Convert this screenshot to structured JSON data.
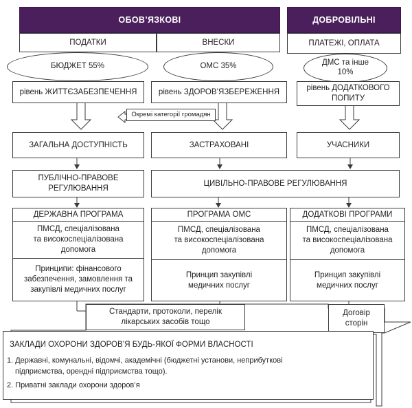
{
  "top": {
    "mandatory": "ОБОВ’ЯЗКОВІ",
    "voluntary": "ДОБРОВІЛЬНІ"
  },
  "sources": {
    "taxes": "ПОДАТКИ",
    "contributions": "ВНЕСКИ",
    "payments": "ПЛАТЕЖІ, ОПЛАТА"
  },
  "shares": {
    "budget": "БЮДЖЕТ 55%",
    "oms": "ОМС 35%",
    "dms_line1": "ДМС та інше",
    "dms_line2": "10%"
  },
  "levels": {
    "life": "рівень ЖИТТЄЗАБЕЗПЕЧЕННЯ",
    "health": "рівень ЗДОРОВ’ЯЗБЕРЕЖЕННЯ",
    "extra_line1": "рівень ДОДАТКОВОГО",
    "extra_line2": "ПОПИТУ"
  },
  "note_categories": "Окремі категорії громадян",
  "access": {
    "general": "ЗАГАЛЬНА ДОСТУПНІСТЬ",
    "insured": "ЗАСТРАХОВАНІ",
    "participants": "УЧАСНИКИ"
  },
  "regulation": {
    "public_line1": "ПУБЛІЧНО-ПРАВОВЕ",
    "public_line2": "РЕГУЛЮВАННЯ",
    "civil": "ЦИВІЛЬНО-ПРАВОВЕ РЕГУЛЮВАННЯ"
  },
  "programs": {
    "state": {
      "title": "ДЕРЖАВНА ПРОГРАМА",
      "care_line1": "ПМСД, спеціалізована",
      "care_line2": "та високоспеціалізована",
      "care_line3": "допомога",
      "principle_line1": "Принципи: фінансового",
      "principle_line2": "забезпечення, замовлення та",
      "principle_line3": "закупівлі медичних послуг"
    },
    "oms": {
      "title": "ПРОГРАМА ОМС",
      "care_line1": "ПМСД, спеціалізована",
      "care_line2": "та високоспеціалізована",
      "care_line3": "допомога",
      "principle_line1": "Принцип закупівлі",
      "principle_line2": "медичних послуг"
    },
    "additional": {
      "title": "ДОДАТКОВІ ПРОГРАМИ",
      "care_line1": "ПМСД, спеціалізована",
      "care_line2": "та високоспеціалізована",
      "care_line3": "допомога",
      "principle_line1": "Принцип закупівлі",
      "principle_line2": "медичних послуг"
    }
  },
  "standards_line1": "Стандарти, протоколи, перелік",
  "standards_line2": "лікарських засобів тощо",
  "contract_line1": "Договір",
  "contract_line2": "сторін",
  "facilities": {
    "title": "ЗАКЛАДИ ОХОРОНИ ЗДОРОВ’Я БУДЬ-ЯКОЇ ФОРМИ ВЛАСНОСТІ",
    "item1_line1": "1. Державні, комунальні, відомчі, академічні (бюджетні установи, неприбуткові",
    "item1_line2": "підприємства, орендні підприємства тощо).",
    "item2": "2. Приватні заклади охорони здоров’я"
  }
}
